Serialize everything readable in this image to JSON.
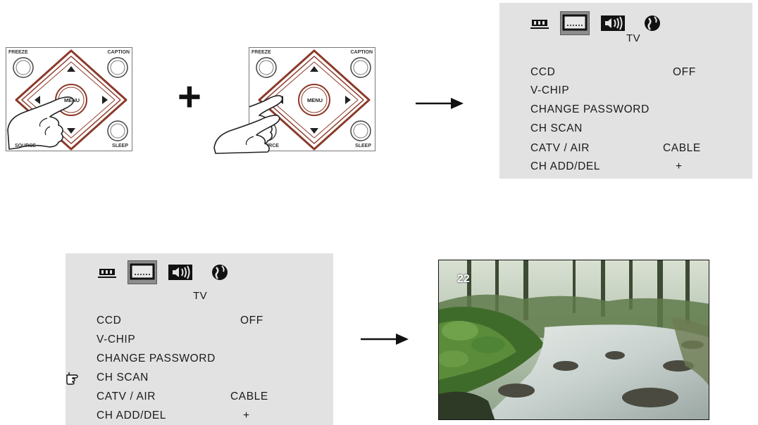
{
  "remote_keys": {
    "freeze": "FREEZE",
    "caption": "CAPTION",
    "menu": "MENU",
    "source": "SOURCE",
    "sleep": "SLEEP"
  },
  "plus": "+",
  "menu_top": {
    "mode": "TV",
    "items": [
      {
        "label": "CCD",
        "value": "OFF"
      },
      {
        "label": "V-CHIP",
        "value": ""
      },
      {
        "label": "CHANGE PASSWORD",
        "value": ""
      },
      {
        "label": "CH SCAN",
        "value": ""
      },
      {
        "label": "CATV / AIR",
        "value": "CABLE"
      },
      {
        "label": "CH ADD/DEL",
        "value": "+"
      }
    ],
    "icons": [
      "picture-icon",
      "tv-screen-icon",
      "speaker-icon",
      "globe-icon"
    ]
  },
  "menu_bottom": {
    "mode": "TV",
    "selected_item": "CH SCAN",
    "items": [
      {
        "label": "CCD",
        "value": "OFF"
      },
      {
        "label": "V-CHIP",
        "value": ""
      },
      {
        "label": "CHANGE PASSWORD",
        "value": ""
      },
      {
        "label": "CH SCAN",
        "value": ""
      },
      {
        "label": "CATV / AIR",
        "value": "CABLE"
      },
      {
        "label": "CH ADD/DEL",
        "value": "+"
      }
    ],
    "icons": [
      "picture-icon",
      "tv-screen-icon",
      "speaker-icon",
      "globe-icon"
    ]
  },
  "tv_picture": {
    "channel": "22"
  },
  "colors": {
    "osd_background": "#e2e2e2",
    "key_ring": "#8b3a2a",
    "selected_icon": "#8d8d8d"
  }
}
